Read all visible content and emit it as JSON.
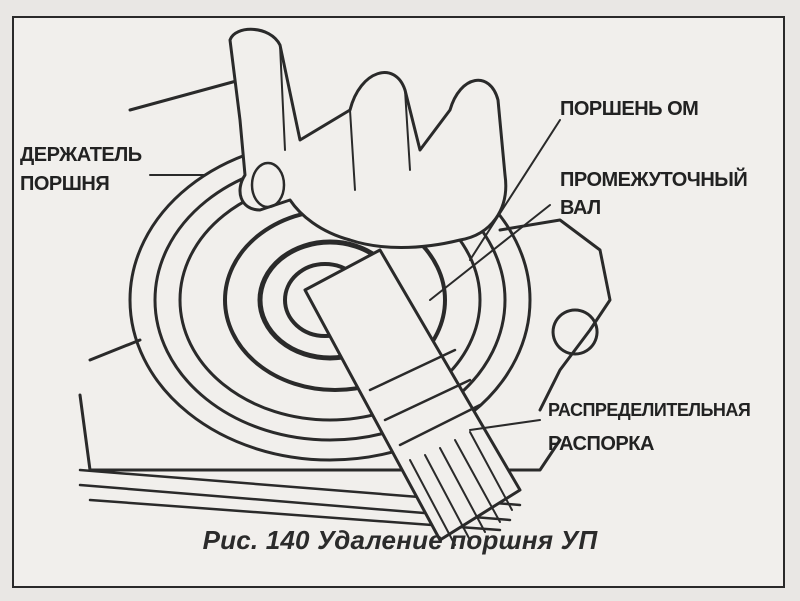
{
  "labels": {
    "holder_line1": "ДЕРЖАТЕЛЬ",
    "holder_line2": "ПОРШНЯ",
    "piston": "ПОРШЕНЬ ОМ",
    "shaft_line1": "ПРОМЕЖУТОЧНЫЙ",
    "shaft_line2": "ВАЛ",
    "spacer_line1": "РАСПРЕДЕЛИТЕЛЬНАЯ",
    "spacer_line2": "РАСПОРКА"
  },
  "caption": "Рис. 140 Удаление поршня УП"
}
